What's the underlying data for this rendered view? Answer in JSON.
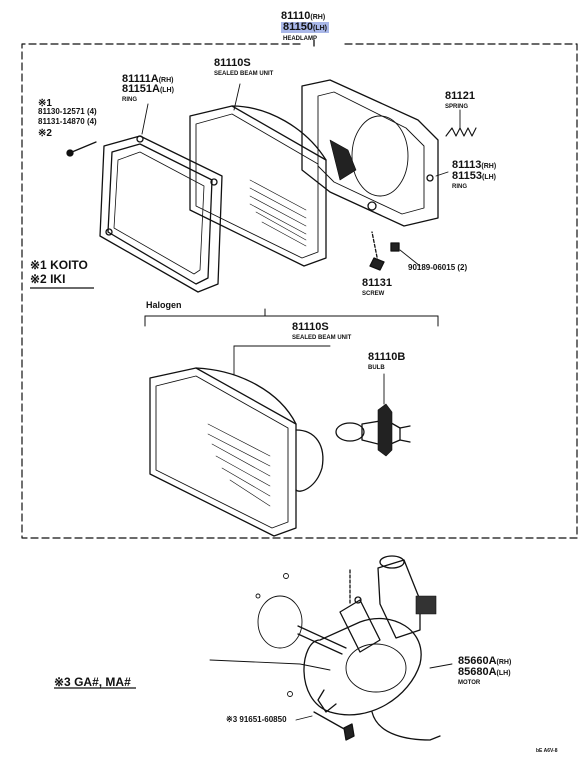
{
  "header": {
    "part_rh": "81110",
    "part_rh_side": "(RH)",
    "part_lh": "81150",
    "part_lh_side": "(LH)",
    "title": "HEADLAMP"
  },
  "parts": {
    "sealed_beam_top": {
      "number": "81110S",
      "name": "SEALED BEAM UNIT"
    },
    "ring_front": {
      "rh": "81111A",
      "rh_side": "(RH)",
      "lh": "81151A",
      "lh_side": "(LH)",
      "name": "RING"
    },
    "screw_marks": {
      "mark1": "※1",
      "code1": "81130-12571 (4)",
      "code2": "81131-14870 (4)",
      "mark2": "※2"
    },
    "spring": {
      "number": "81121",
      "name": "SPRING"
    },
    "ring_rear": {
      "rh": "81113",
      "rh_side": "(RH)",
      "lh": "81153",
      "lh_side": "(LH)",
      "name": "RING"
    },
    "nut": {
      "code": "90189-06015 (2)"
    },
    "screw": {
      "number": "81131",
      "name": "SCREW"
    },
    "sealed_beam_halogen": {
      "number": "81110S",
      "name": "SEALED BEAM UNIT"
    },
    "bulb": {
      "number": "81110B",
      "name": "BULB"
    },
    "motor": {
      "rh": "85660A",
      "rh_side": "(RH)",
      "lh": "85680A",
      "lh_side": "(LH)",
      "name": "MOTOR"
    },
    "bolt": {
      "code": "※3 91651-60850"
    }
  },
  "legend": {
    "item1": "※1 KOITO",
    "item2": "※2 IKI",
    "item3": "※3 GA#, MA#"
  },
  "section": {
    "halogen": "Halogen"
  },
  "footer": {
    "code": "bE A6V-8"
  }
}
